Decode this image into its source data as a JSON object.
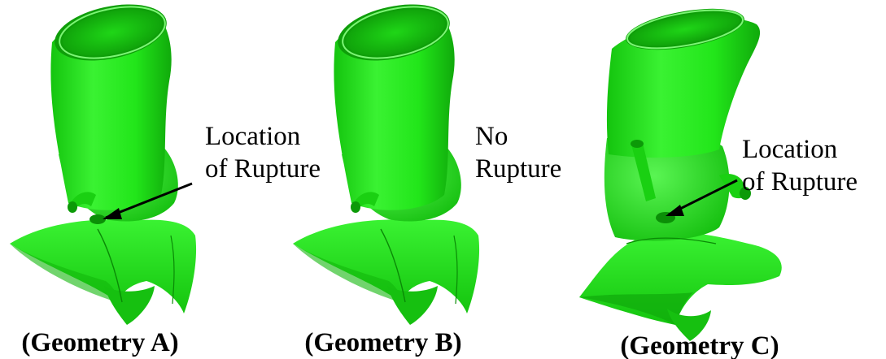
{
  "panels": [
    {
      "caption": "(Geometry A)",
      "annotation_lines": [
        "Location",
        "of Rupture"
      ],
      "has_arrow": true
    },
    {
      "caption": "(Geometry B)",
      "annotation_lines": [
        "No",
        "Rupture"
      ],
      "has_arrow": false
    },
    {
      "caption": "(Geometry C)",
      "annotation_lines": [
        "Location",
        "of Rupture"
      ],
      "has_arrow": true
    }
  ],
  "colors": {
    "model_fill": "#22e61a",
    "model_light": "#6cf565",
    "model_shadow": "#12b80c",
    "model_dark": "#0a8a06",
    "text": "#000000",
    "background": "#ffffff"
  }
}
